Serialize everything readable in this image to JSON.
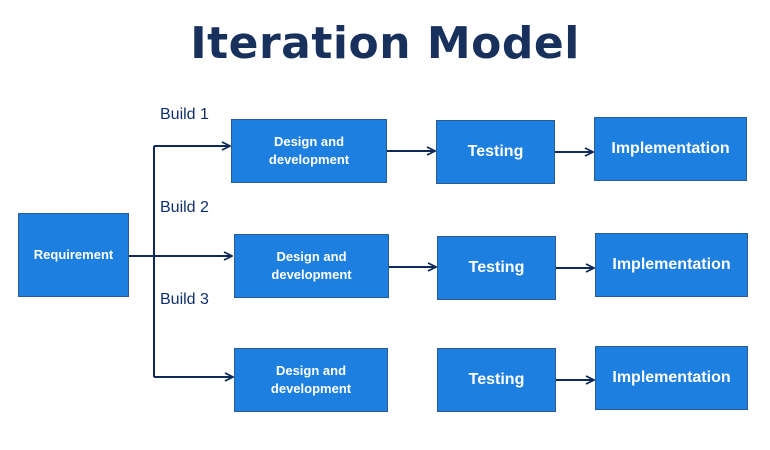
{
  "title": "Iteration Model",
  "requirement": "Requirement",
  "builds": [
    {
      "label": "Build 1",
      "design": "Design and\ndevelopment",
      "testing": "Testing",
      "implementation": "Implementation"
    },
    {
      "label": "Build 2",
      "design": "Design and\ndevelopment",
      "testing": "Testing",
      "implementation": "Implementation"
    },
    {
      "label": "Build 3",
      "design": "Design and\ndevelopment",
      "testing": "Testing",
      "implementation": "Implementation"
    }
  ],
  "colors": {
    "title": "#17305c",
    "box_fill": "#1d7fe0",
    "box_border": "#2b5b95",
    "arrow": "#0f2a57",
    "label": "#0f2f6b"
  }
}
